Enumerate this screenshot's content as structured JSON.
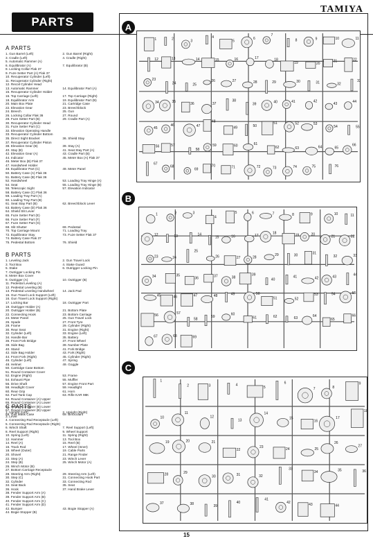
{
  "header": {
    "brand": "TAMIYA",
    "title": "PARTS"
  },
  "page_number": "15",
  "sections": [
    {
      "heading": "A PARTS",
      "rows": [
        [
          "1. Gun Barrel (Left)",
          "2. Gun Barrel (Right)"
        ],
        [
          "3. Cradle (Left)",
          "4. Cradle (Right)"
        ],
        [
          "5. Automatic Rammer (A)",
          ""
        ],
        [
          "6. Equilibrator (A)",
          "7. Equilibrator (B)"
        ],
        [
          "8. Locking Collar Flak 37",
          ""
        ],
        [
          "9. Fuze Setter Part (A) Flak 37",
          ""
        ],
        [
          "10. Recuperator Cylinder (Left)",
          ""
        ],
        [
          "11. Recuperator Cylinder (Right)",
          ""
        ],
        [
          "12. Recoil Cylinder Head",
          ""
        ],
        [
          "13. Automatic Rammer",
          "14. Equilibrator Part (A)"
        ],
        [
          "15. Recuperator Cylinder Holder",
          ""
        ],
        [
          "16. Top Carriage (Left)",
          "17. Top Carriage (Right)"
        ],
        [
          "18. Equilibrator Arm",
          "19. Equilibrator Part (B)"
        ],
        [
          "20. Main Box Plate",
          "21. Cartridge Case"
        ],
        [
          "22. Elevation Gear",
          "23. Breechblock"
        ],
        [
          "24. Breech",
          "25. Gun"
        ],
        [
          "26. Locking Collar Flak 36",
          "27. Round"
        ],
        [
          "28. Fuze Setter Part (B)",
          "29. Cradle Part (A)"
        ],
        [
          "30. Recuperator Cylinder Head",
          ""
        ],
        [
          "31. Fuze Setter Part (C)",
          ""
        ],
        [
          "32. Elevation Operating Handle",
          ""
        ],
        [
          "33. Recuperator Cylinder Bottom",
          ""
        ],
        [
          "35. Direct Sight Bracket",
          "36. Shield Stay"
        ],
        [
          "37. Recuperator Cylinder Piston",
          ""
        ],
        [
          "38. Elevation Gear (B)",
          "39. Stay (A)"
        ],
        [
          "40. Stay (B)",
          "41. Seat Stay Part (A)"
        ],
        [
          "42. Elevation Gear (A)",
          "43. Cradle Part (B)"
        ],
        [
          "44. Indicator",
          "45. Meter Box (A) Flak 37"
        ],
        [
          "46. Meter Box (B) Flak 37",
          ""
        ],
        [
          "47. Handwheel Holder",
          ""
        ],
        [
          "48. Equilibrator Part (C)",
          "49. Meter Panel"
        ],
        [
          "50. Battery Case (A) Flak 36",
          ""
        ],
        [
          "51. Battery Case (B) Flak 36",
          ""
        ],
        [
          "52. Handwheel",
          "53. Loading Tray Hinge (A)"
        ],
        [
          "54. Seat",
          "55. Loading Tray Hinge (B)"
        ],
        [
          "56. Telescopic Sight",
          "57. Elevation Indicator"
        ],
        [
          "58. Battery Case (C) Flak 36",
          ""
        ],
        [
          "59. Loading Tray Part (A)",
          ""
        ],
        [
          "60. Loading Tray Part (B)",
          ""
        ],
        [
          "61. Seat Stay Part (B)",
          "62. Breechblock Lever"
        ],
        [
          "63. Battery Case (D) Flak 36",
          ""
        ],
        [
          "64. Shield Slit Lever",
          ""
        ],
        [
          "65. Fuze Setter Part (E)",
          ""
        ],
        [
          "66. Fuze Setter Part (F)",
          ""
        ],
        [
          "67. Fuze Setter Part (G)",
          ""
        ],
        [
          "68. Slit Shutter",
          "69. Pedestal"
        ],
        [
          "70. Top Carriage Mount",
          "71. Loading Tray"
        ],
        [
          "72. Equilibrator Stay",
          "73. Fuze Setter Flak 37"
        ],
        [
          "74. Battery Case Flak 37",
          ""
        ],
        [
          "75. Pedestal Bottom",
          "76. Shield"
        ]
      ]
    },
    {
      "heading": "B PARTS",
      "rows": [
        [
          "1. Leveling Jack",
          "2. Gun Travel Lock"
        ],
        [
          "3. Tool Box",
          "4. Stake Guard"
        ],
        [
          "5. Stake",
          "6. Outrigger Locking Pin"
        ],
        [
          "7. Outrigger Locking Pin",
          ""
        ],
        [
          "8. Meter Box Cover",
          ""
        ],
        [
          "9. Outrigger (A)",
          "10. Outrigger (B)"
        ],
        [
          "11. Pedestal Leveling (A)",
          ""
        ],
        [
          "12. Pedestal Leveling (B)",
          ""
        ],
        [
          "13. Pedestal Leveling Handwheel",
          "14. Jack Pad"
        ],
        [
          "15. Gun Travel Lock Support (Left)",
          ""
        ],
        [
          "16. Gun Travel Lock Support (Right)",
          ""
        ],
        [
          "17. Locking Bar",
          "18. Outrigger Part"
        ],
        [
          "19. Outrigger Holder (A)",
          ""
        ],
        [
          "20. Outrigger Holder (B)",
          "21. Bottom Plate"
        ],
        [
          "22. Connecting Hook",
          "23. Bottom Carriage"
        ],
        [
          "24. Meter Panel",
          "25. Gun Travel Lock"
        ],
        [
          "26. Spade",
          "27. Front Tyre"
        ],
        [
          "28. Frame",
          "29. Cylinder (Right)"
        ],
        [
          "30. Rear Seat",
          "31. Engine (Right)"
        ],
        [
          "32. Cylinder (Left)",
          "33. Engine (Left)"
        ],
        [
          "34. Handle Bar",
          "35. Battery"
        ],
        [
          "36. Front Fork Bridge",
          "37. Front Wheel"
        ],
        [
          "38. Side Bag",
          "39. Number Plate"
        ],
        [
          "40. Stand",
          "41. Fork Bridge"
        ],
        [
          "42. Side Bag Holder",
          "43. Fork (Right)"
        ],
        [
          "44. Front Fork (Right)",
          "45. Cylinder (Right)"
        ],
        [
          "46. Cylinder (Left)",
          "47. Spring"
        ],
        [
          "48. Helmet",
          "49. Goggle"
        ],
        [
          "50. Cartridge Case Bottom",
          ""
        ],
        [
          "51. Round Container Cover",
          ""
        ],
        [
          "52. Engine (Right)",
          "53. Frame"
        ],
        [
          "54. Exhaust Pipe",
          "55. Muffler"
        ],
        [
          "56. Drive Shaft",
          "57. Engine Front Part"
        ],
        [
          "58. Headlight Cover",
          "59. Headlight"
        ],
        [
          "60. Rear Grip",
          "61. Horn"
        ],
        [
          "62. Fuel Tank Cap",
          "63. Rifle KAR 98K"
        ],
        [
          "64. Round Container (A) Upper",
          ""
        ],
        [
          "65. Round Container (A) Lower",
          ""
        ],
        [
          "66. Round Container (B) Lower",
          ""
        ],
        [
          "67. Round Container (B) Upper",
          ""
        ],
        [
          "68. Gas Mask Case",
          "69. Binoculars"
        ]
      ]
    },
    {
      "heading": "C PARTS",
      "rows": [
        [
          "1. Upright (Left)",
          "2. Upright (Right)"
        ],
        [
          "3. Lever",
          ""
        ],
        [
          "4. Connecting Rod Receptacle (Left)",
          ""
        ],
        [
          "5. Connecting Rod Receptacle (Right)",
          ""
        ],
        [
          "6. Winch Shaft",
          "7. Reel Support (Left)"
        ],
        [
          "8. Reel Support (Right)",
          "9. Wheel Support"
        ],
        [
          "10. Spring (Left)",
          "11. Spring (Right)"
        ],
        [
          "12. Hammer",
          "13. Tool Box"
        ],
        [
          "14. Reel (A)",
          "15. Reel (B)"
        ],
        [
          "16. Track Rod",
          "17. Wheel (Inner)"
        ],
        [
          "18. Wheel (Outer)",
          "19. Cable Parts"
        ],
        [
          "20. Shovel",
          "21. Range Finder"
        ],
        [
          "22. Step (A)",
          "23. Winch Lever"
        ],
        [
          "24. Step (B)",
          "25. Winch Motor (A)"
        ],
        [
          "26. Winch Motor (B)",
          ""
        ],
        [
          "27. Bottom Carriage Receptacle",
          ""
        ],
        [
          "28. Steering Arm (Right)",
          "29. Steering Arm (Left)"
        ],
        [
          "30. Step (C)",
          "31. Connecting Hook Part"
        ],
        [
          "32. Cylinder",
          "33. Connecting Rod"
        ],
        [
          "34. Seat Back",
          "35. Seat"
        ],
        [
          "36. Hook",
          "37. Hand Brake Lever"
        ],
        [
          "38. Fender Support Arm (A)",
          ""
        ],
        [
          "39. Fender Support Arm (B)",
          ""
        ],
        [
          "40. Fender Support Arm (C)",
          ""
        ],
        [
          "41. Fender Support Arm (D)",
          ""
        ],
        [
          "42. Bumper",
          "43. Bogie Stopper (A)"
        ],
        [
          "44. Bogie Stopper (B)",
          ""
        ]
      ]
    }
  ],
  "sprues": [
    {
      "label": "A",
      "part_numbers": [
        "1",
        "2",
        "3",
        "4",
        "5",
        "6",
        "7",
        "8",
        "9",
        "10",
        "11",
        "12",
        "13",
        "14",
        "15",
        "16",
        "17",
        "18",
        "19",
        "20",
        "21",
        "22",
        "23",
        "24",
        "25",
        "26",
        "27",
        "28",
        "29",
        "30",
        "31",
        "32",
        "33",
        "34",
        "35",
        "36",
        "37",
        "38",
        "39",
        "40",
        "41",
        "42",
        "43",
        "44",
        "45",
        "46",
        "47",
        "48",
        "49",
        "50",
        "51",
        "52",
        "53",
        "54",
        "55",
        "56",
        "57",
        "58",
        "59",
        "60",
        "61",
        "62",
        "63",
        "64",
        "65",
        "66",
        "67",
        "68",
        "69",
        "70",
        "71",
        "72",
        "73",
        "74",
        "75",
        "76"
      ]
    },
    {
      "label": "B",
      "part_numbers": [
        "1",
        "2",
        "3",
        "4",
        "5",
        "6",
        "7",
        "8",
        "9",
        "10",
        "11",
        "12",
        "13",
        "14",
        "15",
        "16",
        "17",
        "18",
        "19",
        "20",
        "21",
        "22",
        "23",
        "24",
        "25",
        "26",
        "27",
        "28",
        "29",
        "30",
        "31",
        "32",
        "33",
        "34",
        "35",
        "36",
        "37",
        "38",
        "39",
        "40",
        "41",
        "42",
        "43",
        "44",
        "45",
        "46",
        "47",
        "48",
        "49",
        "50",
        "51",
        "52",
        "53",
        "54",
        "55",
        "56",
        "57",
        "58",
        "59",
        "60",
        "61",
        "62",
        "63",
        "64",
        "65",
        "66",
        "67",
        "68",
        "69"
      ]
    },
    {
      "label": "C",
      "part_numbers": [
        "1",
        "2",
        "3",
        "4",
        "5",
        "6",
        "7",
        "8",
        "9",
        "10",
        "11",
        "12",
        "13",
        "14",
        "15",
        "16",
        "17",
        "18",
        "19",
        "20",
        "21",
        "22",
        "23",
        "24",
        "25",
        "26",
        "27",
        "28",
        "29",
        "30",
        "31",
        "32",
        "33",
        "34",
        "35",
        "36",
        "37",
        "38",
        "39",
        "40",
        "41",
        "42",
        "43",
        "44"
      ]
    }
  ]
}
